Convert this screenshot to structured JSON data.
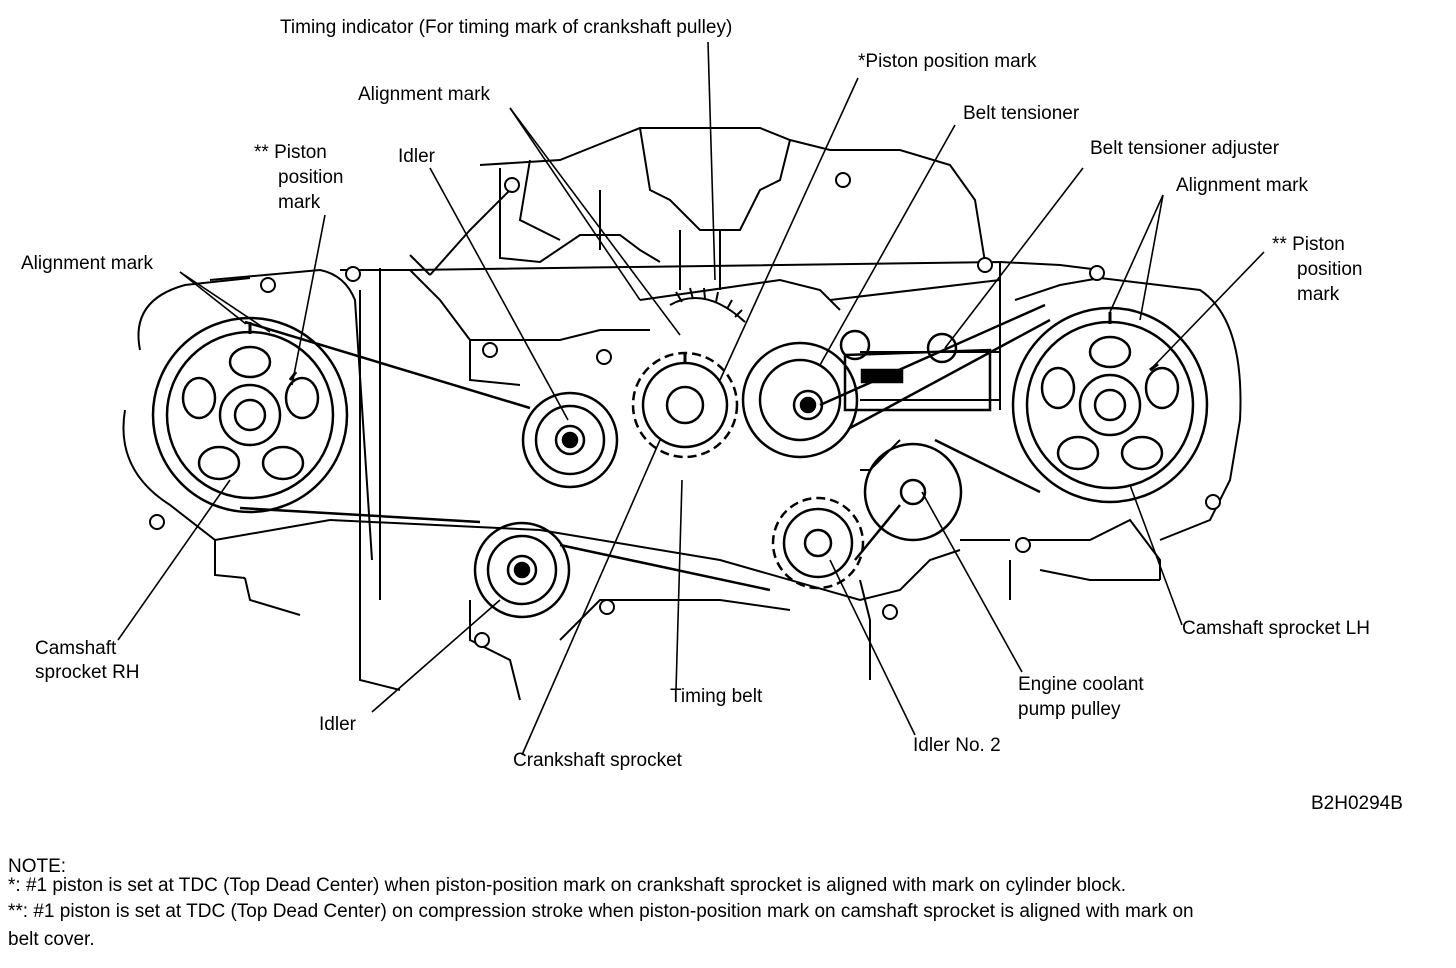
{
  "labels": {
    "timing_indicator": "Timing indicator (For timing mark of crankshaft pulley)",
    "piston_mark_crank": "*Piston position mark",
    "alignment_mark_center": "Alignment mark",
    "belt_tensioner": "Belt tensioner",
    "belt_tensioner_adjuster": "Belt tensioner adjuster",
    "piston_mark_rh": [
      "** Piston",
      "position",
      "mark"
    ],
    "idler_top": "Idler",
    "alignment_mark_lh": "Alignment mark",
    "piston_mark_lh": [
      "** Piston",
      "position",
      "mark"
    ],
    "alignment_mark_rh": "Alignment mark",
    "camshaft_sprocket_rh": [
      "Camshaft",
      "sprocket RH"
    ],
    "camshaft_sprocket_lh": "Camshaft sprocket LH",
    "timing_belt": "Timing belt",
    "engine_coolant_pump_pulley": [
      "Engine coolant",
      "pump pulley"
    ],
    "idler_bottom": "Idler",
    "crankshaft_sprocket": "Crankshaft sprocket",
    "idler_no2": "Idler No. 2",
    "figure_code": "B2H0294B"
  },
  "note": {
    "heading": "NOTE:",
    "line1": " *: #1 piston is set at TDC (Top Dead Center) when piston-position mark on crankshaft sprocket is aligned with mark on cylinder block.",
    "line2": "**: #1 piston is set at TDC (Top Dead Center) on compression stroke when piston-position mark on camshaft sprocket is aligned with mark on",
    "line3": "belt cover."
  }
}
